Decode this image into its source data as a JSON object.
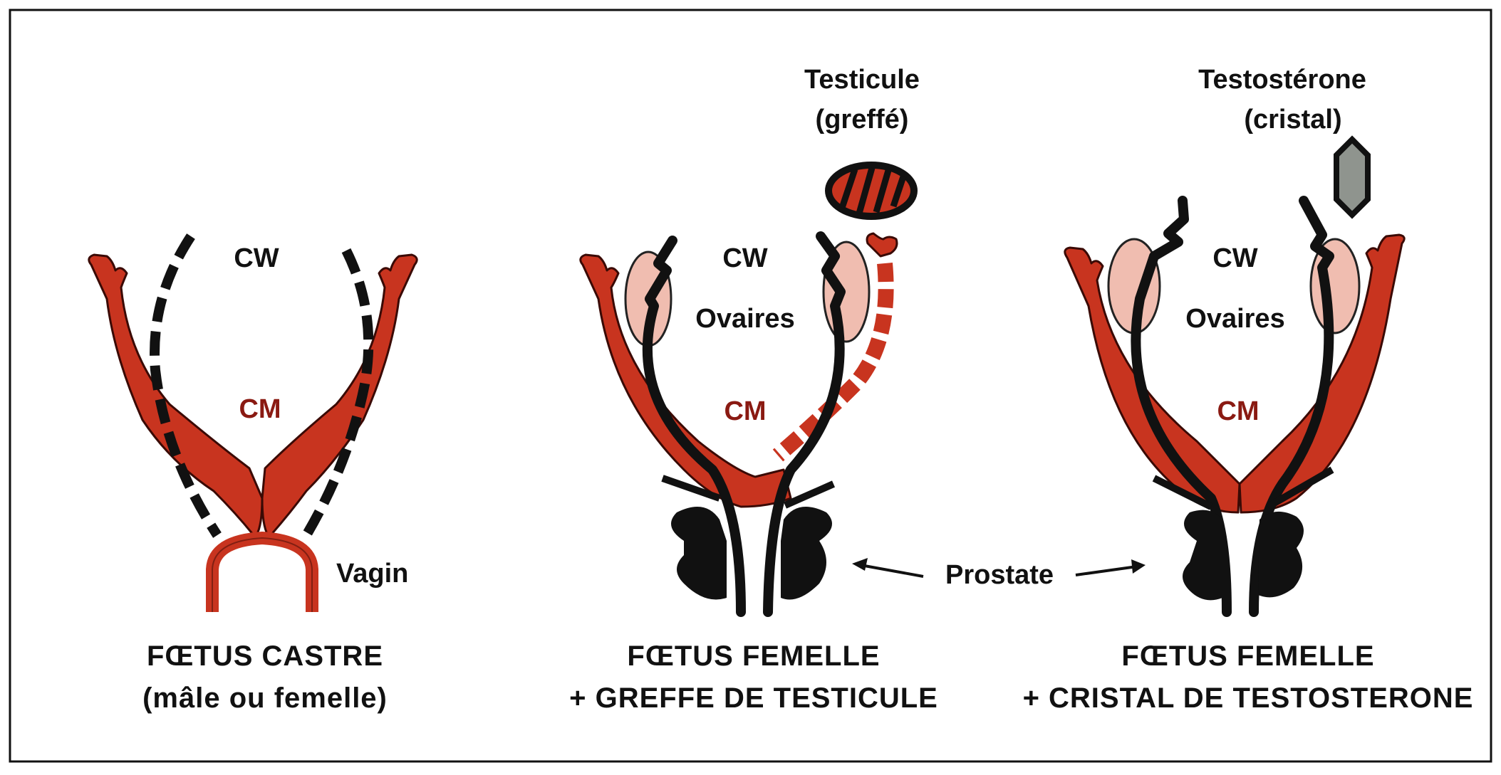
{
  "panels": [
    {
      "top_label": "CW",
      "middle_label": "CM",
      "side_label": "Vagin",
      "caption_line1": "FŒTUS CASTRE",
      "caption_line2": "(mâle ou femelle)"
    },
    {
      "top_label": "CW",
      "ovary_label": "Ovaires",
      "middle_label": "CM",
      "graft_label_line1": "Testicule",
      "graft_label_line2": "(greffé)",
      "caption_line1": "FŒTUS FEMELLE",
      "caption_line2": "+ GREFFE DE TESTICULE"
    },
    {
      "top_label": "CW",
      "ovary_label": "Ovaires",
      "middle_label": "CM",
      "crystal_label_line1": "Testostérone",
      "crystal_label_line2": "(cristal)",
      "caption_line1": "FŒTUS FEMELLE",
      "caption_line2": "+ CRISTAL DE TESTOSTERONE"
    }
  ],
  "shared_label": "Prostate",
  "colors": {
    "mullerian_duct": "#c8341f",
    "middle_label": "#8a1a12",
    "ovary": "#f0bdb0",
    "crystal": "#8f948e",
    "ink": "#111111"
  }
}
